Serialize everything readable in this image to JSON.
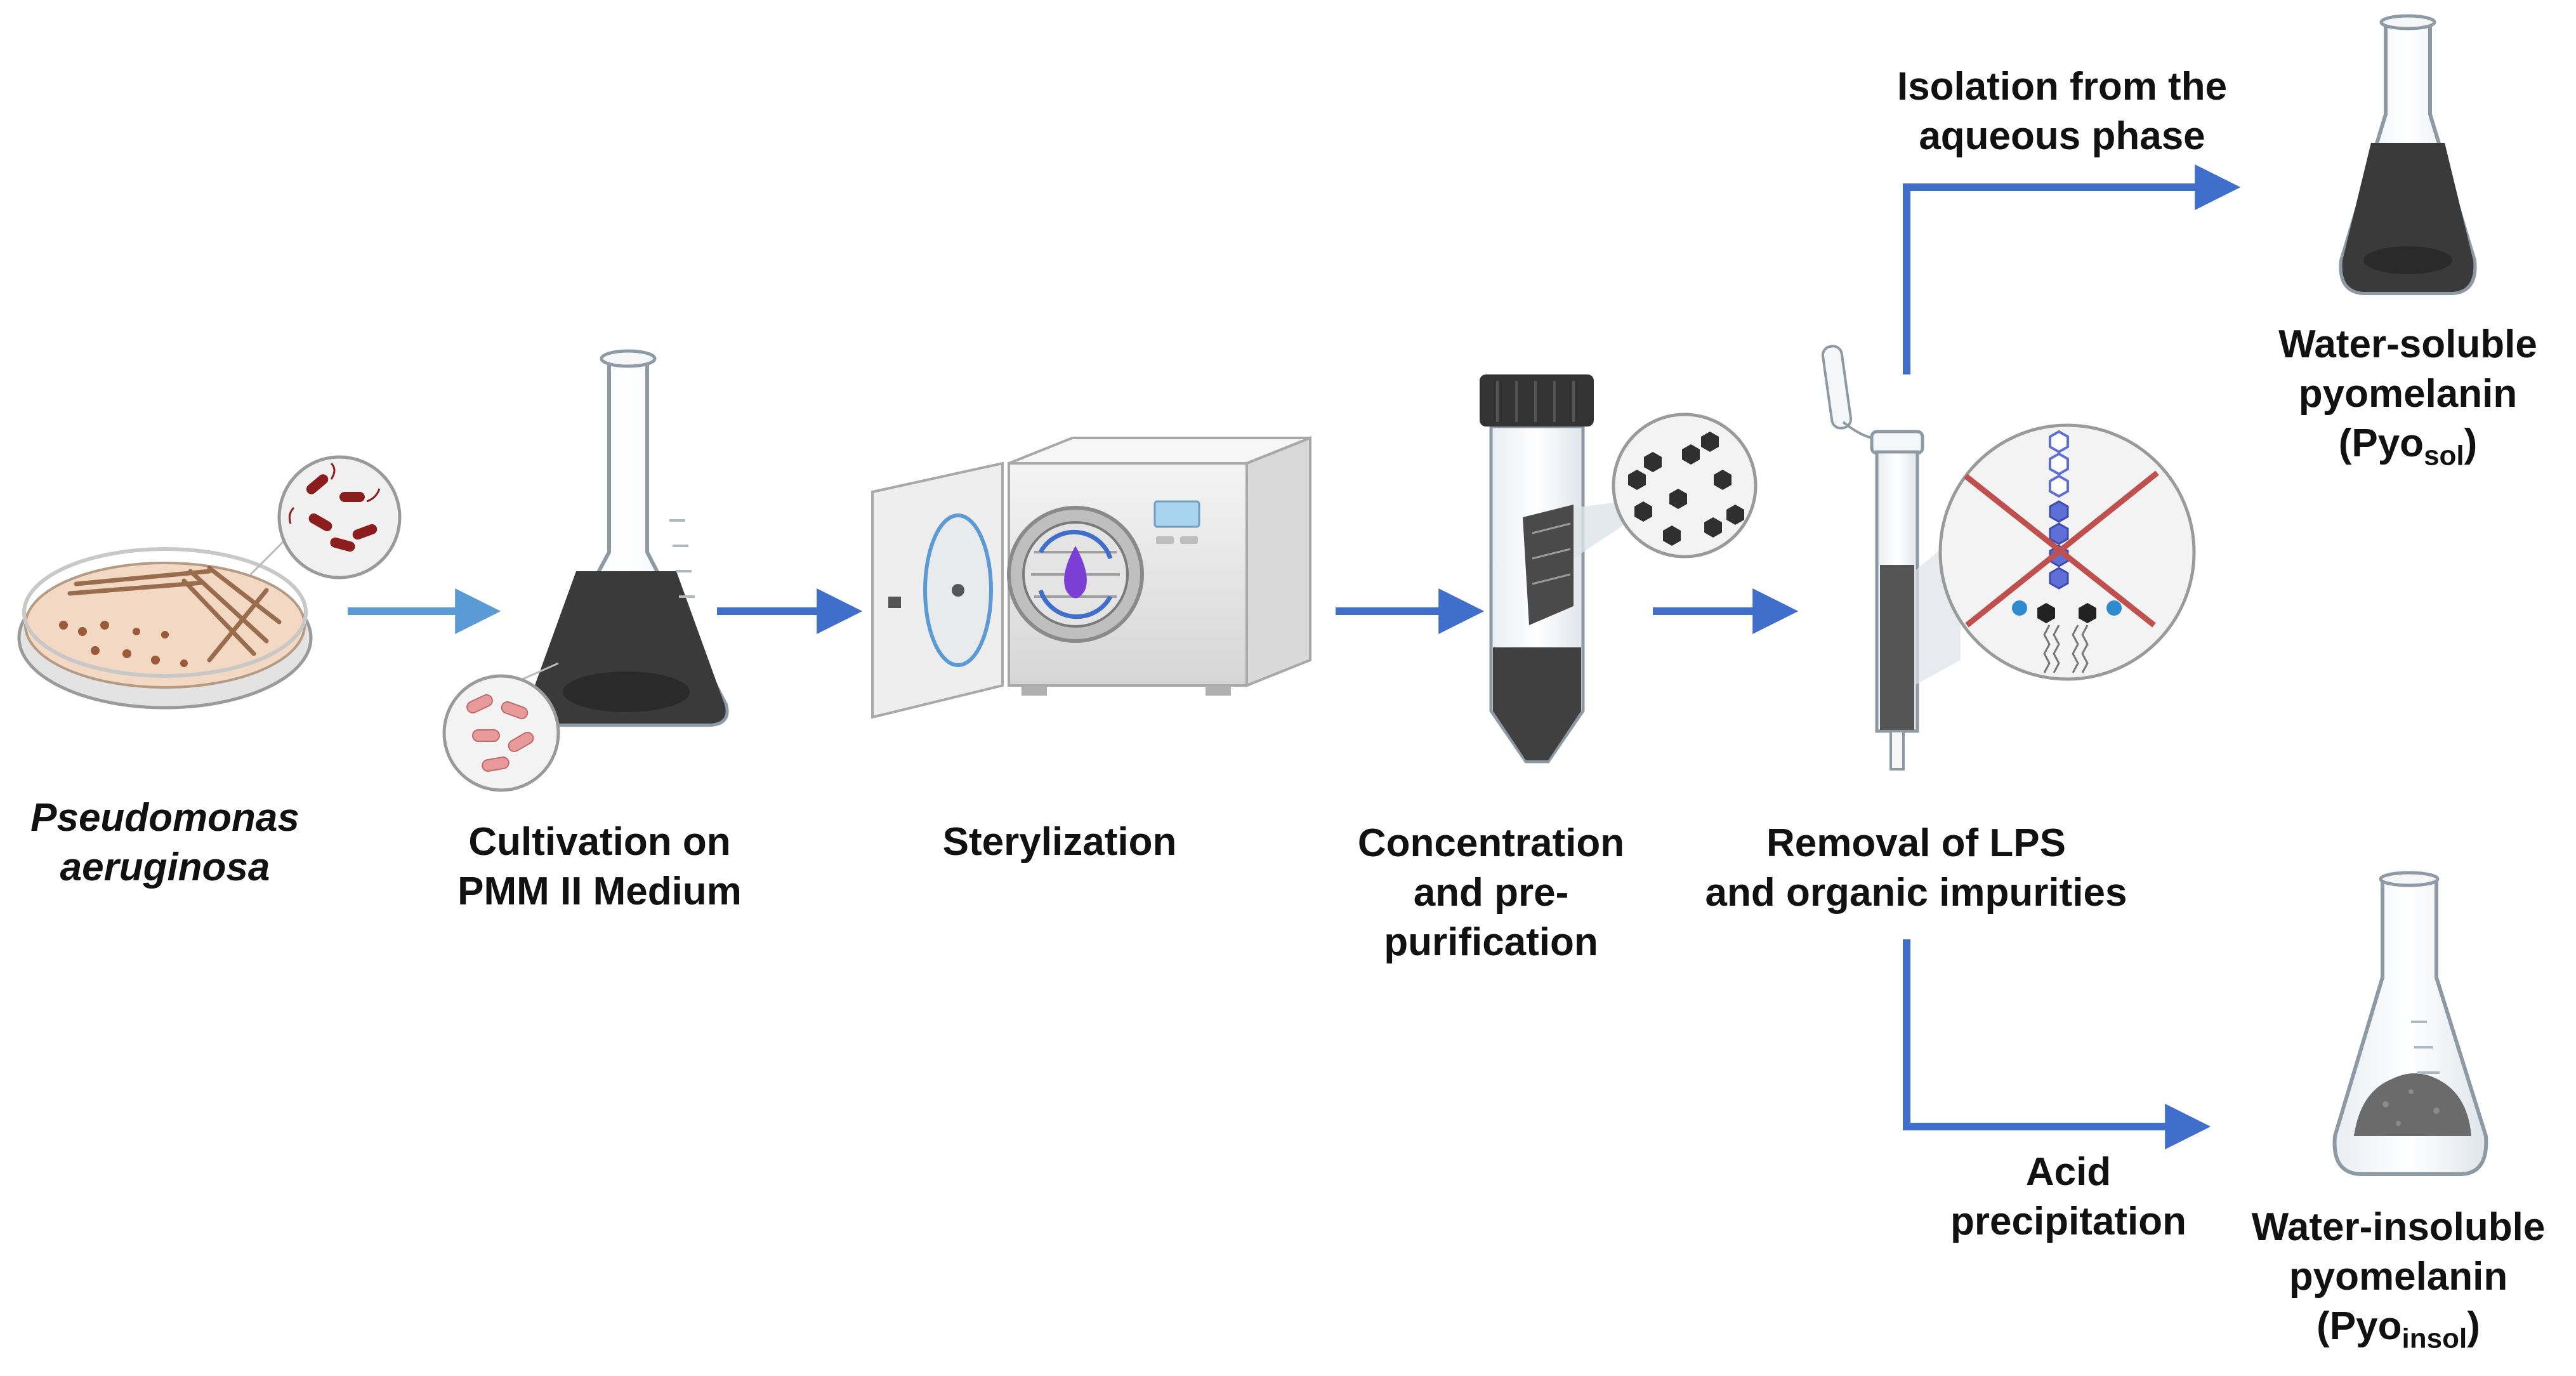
{
  "colors": {
    "arrow_light": "#5b9bd5",
    "arrow_dark": "#3f6fcb",
    "broth_dark": "#3a3a3a",
    "bacteria_red": "#8c1d1d",
    "bacteria_pink": "#e89a9a",
    "agar": "#f3d9c3",
    "strike_red": "#c0504d",
    "flame_purple": "#7b3fd6",
    "powder_gray": "#6b6b6b"
  },
  "steps": {
    "organism": {
      "line1": "Pseudomonas",
      "line2": "aeruginosa"
    },
    "cultivation": {
      "line1": "Cultivation on",
      "line2": "PMM II Medium"
    },
    "sterilization": {
      "line1": "Sterylization"
    },
    "concentration": {
      "line1": "Concentration",
      "line2": "and pre-",
      "line3": "purification"
    },
    "removal": {
      "line1": "Removal of LPS",
      "line2": "and organic impurities"
    }
  },
  "branches": {
    "upper": {
      "route": {
        "line1": "Isolation from the",
        "line2": "aqueous phase"
      },
      "product": {
        "line1": "Water-soluble",
        "line2": "pyomelanin",
        "abbr_open": "(Pyo",
        "abbr_sub": "sol",
        "abbr_close": ")"
      }
    },
    "lower": {
      "route": {
        "line1": "Acid",
        "line2": "precipitation"
      },
      "product": {
        "line1": "Water-insoluble",
        "line2": "pyomelanin",
        "abbr_open": "(Pyo",
        "abbr_sub": "insol",
        "abbr_close": ")"
      }
    }
  },
  "icons": {
    "petri_dish": "petri-dish-icon",
    "flask_culture": "erlenmeyer-flask-icon",
    "autoclave": "autoclave-icon",
    "centrifuge_tube": "centrifuge-tube-icon",
    "chromatography_column": "chromatography-column-icon",
    "lps_molecule": "lps-molecule-icon",
    "flask_soluble": "flask-soluble-product-icon",
    "flask_insoluble": "flask-precipitate-icon"
  }
}
